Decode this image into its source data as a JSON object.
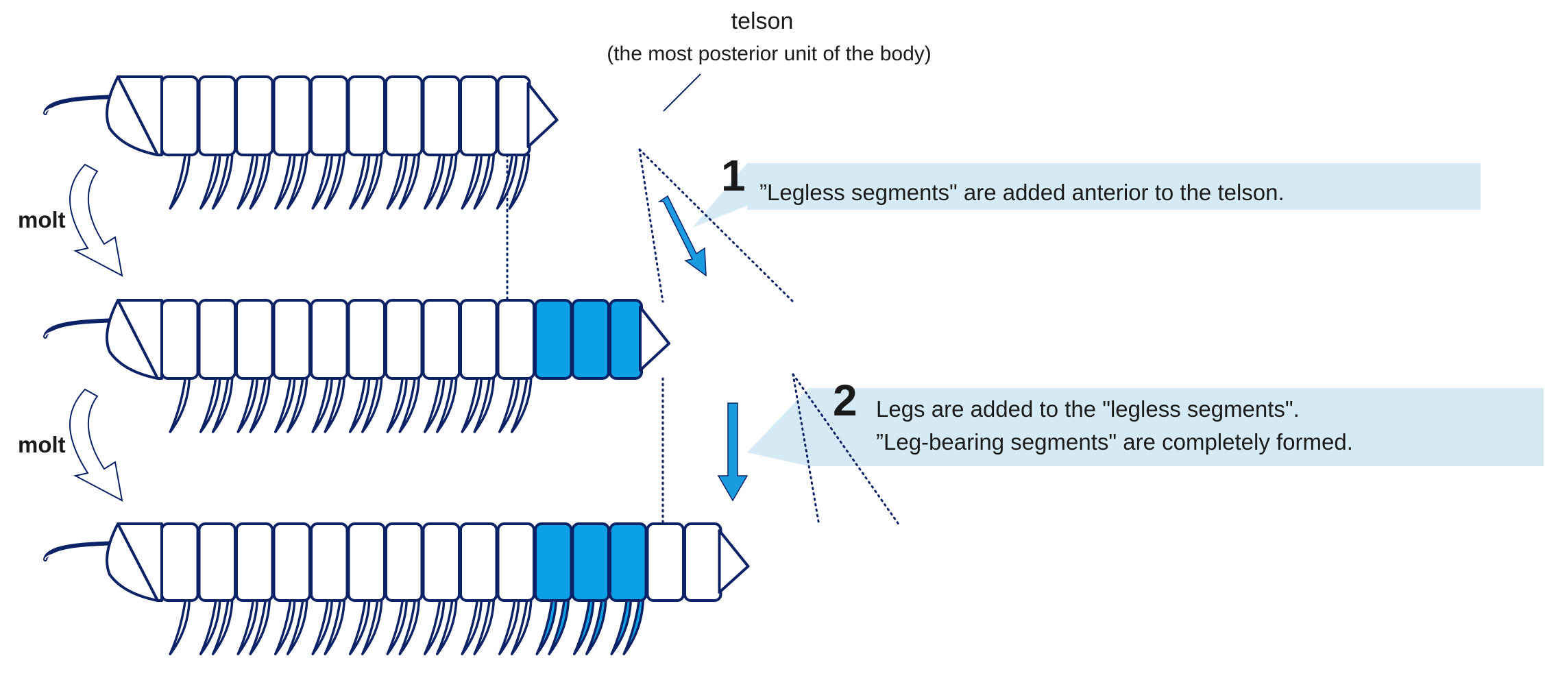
{
  "colors": {
    "outline": "#0c2266",
    "new_segment_fill": "#0aa1e6",
    "arrow_fill": "#1a9be0",
    "callout_bg": "#d6eaf5",
    "text": "#1a1a1a"
  },
  "labels": {
    "telson_title": "telson",
    "telson_subtitle": "(the most posterior unit of the body)",
    "molt": "molt"
  },
  "steps": [
    {
      "number": "1",
      "lines": [
        "”Legless segments\" are added anterior to the telson."
      ]
    },
    {
      "number": "2",
      "lines": [
        "Legs are added to the \"legless segments\".",
        "”Leg-bearing segments\" are completely formed."
      ]
    }
  ],
  "icons": {
    "molt_arrow": "curved-hollow-arrow-icon",
    "step_arrow": "down-arrow-icon"
  }
}
